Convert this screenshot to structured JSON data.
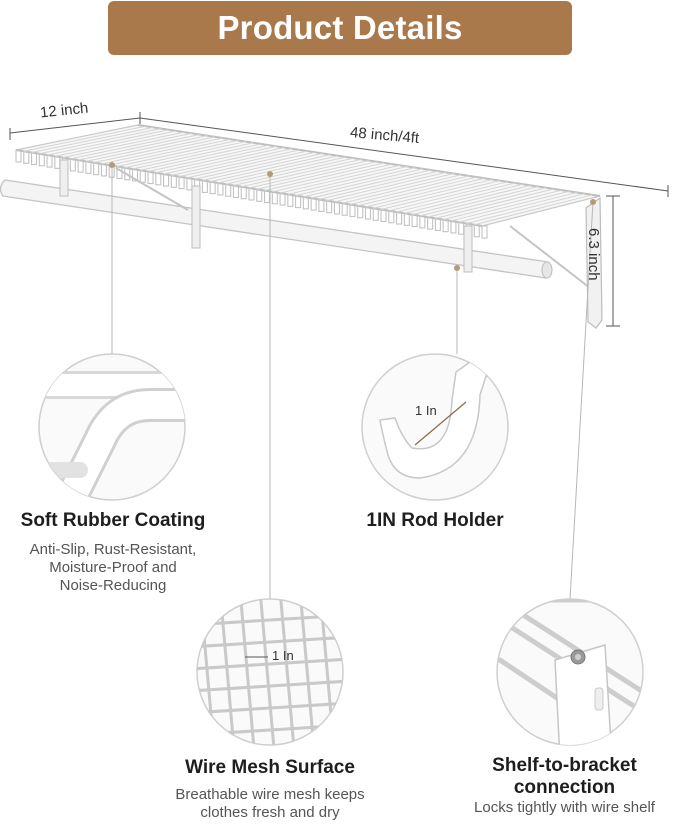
{
  "banner": {
    "title": "Product Details",
    "color": "#a9794c"
  },
  "dimensions": {
    "depth": "12 inch",
    "length": "48 inch/4ft",
    "height": "6.3 inch"
  },
  "callouts": {
    "rod_diameter": "1 In",
    "mesh_spacing": "1 In"
  },
  "features": {
    "soft_rubber": {
      "title": "Soft Rubber Coating",
      "lines": [
        "Anti-Slip, Rust-Resistant,",
        "Moisture-Proof and",
        "Noise-Reducing"
      ]
    },
    "rod_holder": {
      "title": "1IN Rod Holder"
    },
    "wire_mesh": {
      "title": "Wire Mesh Surface",
      "lines": [
        "Breathable wire mesh keeps",
        "clothes fresh and dry"
      ]
    },
    "bracket": {
      "title_lines": [
        "Shelf-to-bracket",
        "connection"
      ],
      "lines": [
        "Locks tightly with wire shelf"
      ]
    }
  },
  "icons": {
    "pointer": "dot-pointer-icon"
  }
}
